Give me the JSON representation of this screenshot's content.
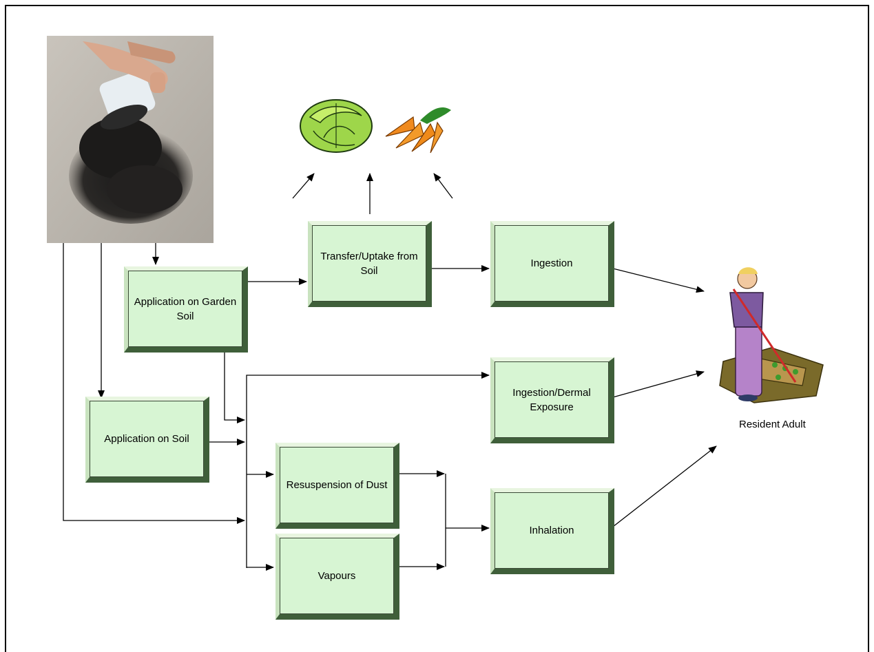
{
  "boxes": {
    "application_garden_soil": "Application on Garden Soil",
    "transfer_uptake": "Transfer/Uptake from Soil",
    "ingestion": "Ingestion",
    "ingestion_dermal": "Ingestion/Dermal Exposure",
    "application_soil": "Application on Soil",
    "resuspension_dust": "Resuspension of Dust",
    "vapours": "Vapours",
    "inhalation": "Inhalation"
  },
  "receptor_label": "Resident Adult",
  "colors": {
    "box_fill": "#d7f5d3",
    "box_border_dark": "#3f5f3a",
    "arrow": "#000000"
  },
  "icons": [
    "soil-amendment-photo",
    "cabbage-icon",
    "carrots-icon",
    "gardener-icon"
  ]
}
